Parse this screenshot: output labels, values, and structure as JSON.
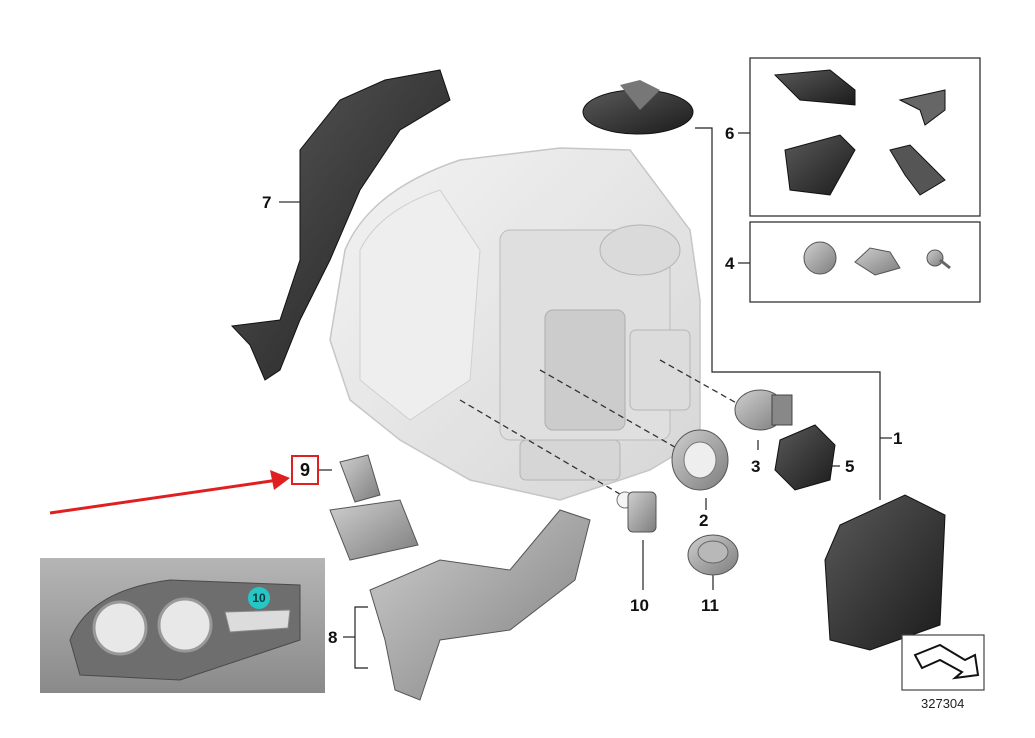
{
  "callouts": {
    "c1": "1",
    "c2": "2",
    "c3": "3",
    "c4": "4",
    "c5": "5",
    "c6": "6",
    "c7": "7",
    "c8": "8",
    "c9": "9",
    "c10": "10",
    "c11": "11"
  },
  "inset": {
    "badge": "10"
  },
  "diagram_ref": "327304",
  "colors": {
    "highlight_arrow": "#e02020",
    "badge": "#26c6c6",
    "housing_gray": "#e6e6e6",
    "part_dark": "#2a2a2a"
  }
}
